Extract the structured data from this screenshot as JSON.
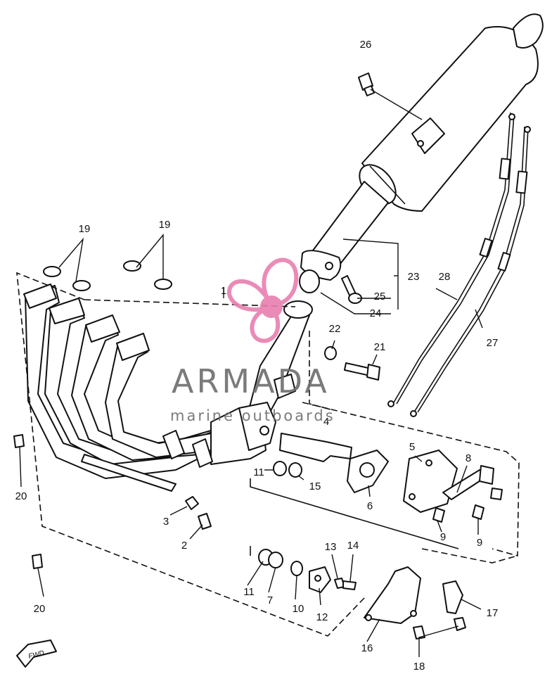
{
  "diagram": {
    "callouts": [
      {
        "id": "c26",
        "label": "26"
      },
      {
        "id": "c19a",
        "label": "19"
      },
      {
        "id": "c19b",
        "label": "19"
      },
      {
        "id": "c1",
        "label": "1"
      },
      {
        "id": "c23",
        "label": "23"
      },
      {
        "id": "c25",
        "label": "25"
      },
      {
        "id": "c24",
        "label": "24"
      },
      {
        "id": "c28",
        "label": "28"
      },
      {
        "id": "c27",
        "label": "27"
      },
      {
        "id": "c22",
        "label": "22"
      },
      {
        "id": "c21",
        "label": "21"
      },
      {
        "id": "c4",
        "label": "4"
      },
      {
        "id": "c5",
        "label": "5"
      },
      {
        "id": "c8",
        "label": "8"
      },
      {
        "id": "c6",
        "label": "6"
      },
      {
        "id": "c11a",
        "label": "11"
      },
      {
        "id": "c15",
        "label": "15"
      },
      {
        "id": "c9a",
        "label": "9"
      },
      {
        "id": "c9b",
        "label": "9"
      },
      {
        "id": "c20a",
        "label": "20"
      },
      {
        "id": "c3",
        "label": "3"
      },
      {
        "id": "c2",
        "label": "2"
      },
      {
        "id": "c13",
        "label": "13"
      },
      {
        "id": "c14",
        "label": "14"
      },
      {
        "id": "c11b",
        "label": "11"
      },
      {
        "id": "c7",
        "label": "7"
      },
      {
        "id": "c10",
        "label": "10"
      },
      {
        "id": "c12",
        "label": "12"
      },
      {
        "id": "c17",
        "label": "17"
      },
      {
        "id": "c16",
        "label": "16"
      },
      {
        "id": "c18",
        "label": "18"
      },
      {
        "id": "c20b",
        "label": "20"
      }
    ],
    "fwd_label": "FWD"
  },
  "watermark": {
    "brand": "ARMADA",
    "tagline": "marine outboards",
    "logo_color": "#e87fb0",
    "text_color": "#6d6d6d"
  }
}
